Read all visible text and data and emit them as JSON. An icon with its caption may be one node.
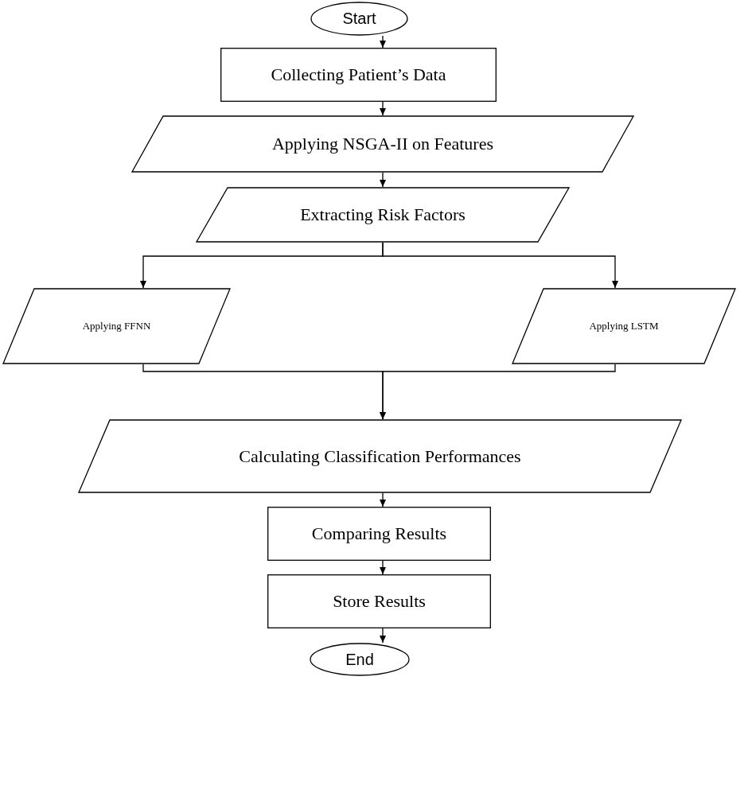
{
  "diagram": {
    "nodes": [
      {
        "text": [
          "Start"
        ]
      },
      {
        "text": [
          "Collecting Patient’s Data"
        ]
      },
      {
        "text": [
          "Applying NSGA-II on Features"
        ]
      },
      {
        "text": [
          "Extracting Risk Factors"
        ]
      },
      {
        "text": [
          "Applying FFNN"
        ]
      },
      {
        "text": [
          "Applying LSTM"
        ]
      },
      {
        "text": [
          "Calculating Classification Performances"
        ]
      },
      {
        "text": [
          "Comparing Results"
        ]
      },
      {
        "text": [
          "Store Results"
        ]
      },
      {
        "text": [
          "End"
        ]
      }
    ],
    "edges": [
      {
        "from": 0,
        "to": 1,
        "arrow": "to"
      },
      {
        "from": 1,
        "to": 2,
        "arrow": "to"
      },
      {
        "from": 2,
        "to": 3,
        "arrow": "to"
      },
      {
        "from": 3,
        "to": 4,
        "arrow": "to"
      },
      {
        "from": 3,
        "to": 5,
        "arrow": "to"
      },
      {
        "from": 4,
        "to": 6,
        "arrow": "to"
      },
      {
        "from": 5,
        "to": 6,
        "arrow": "to"
      },
      {
        "from": 6,
        "to": 7,
        "arrow": "to"
      },
      {
        "from": 7,
        "to": 8,
        "arrow": "to"
      },
      {
        "from": 8,
        "to": 9,
        "arrow": "to"
      }
    ]
  }
}
